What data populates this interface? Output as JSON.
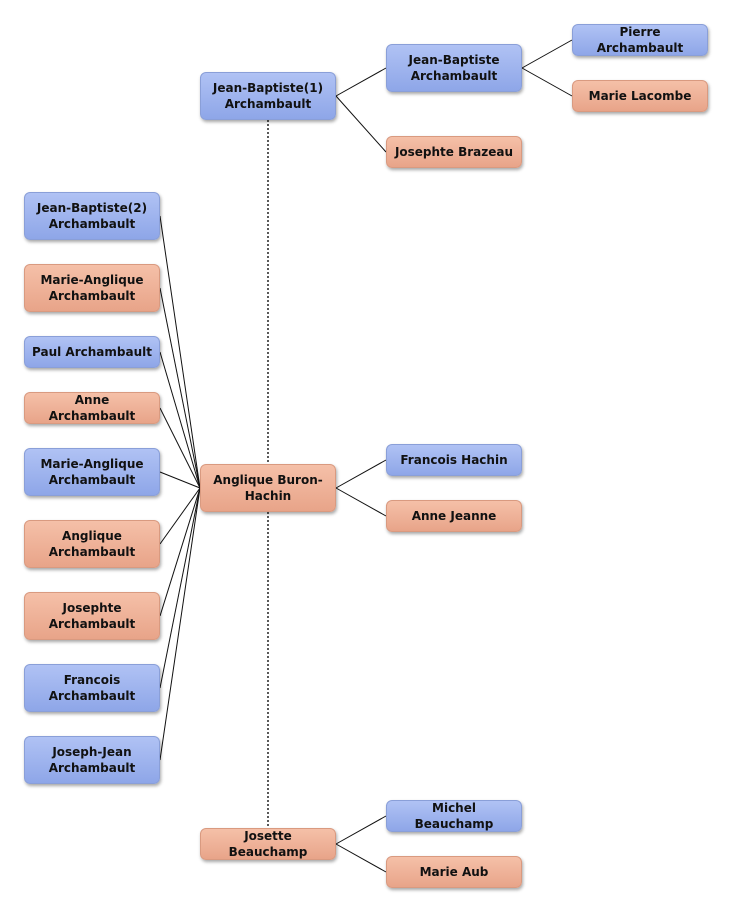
{
  "colors": {
    "male": "#9bb0ee",
    "female": "#eeb096",
    "line": "#111111"
  },
  "nodes": {
    "jb1": "Jean-Baptiste(1) Archambault",
    "jb_father": "Jean-Baptiste Archambault",
    "pierre": "Pierre Archambault",
    "marie_lacombe": "Marie Lacombe",
    "josephte_brazeau": "Josephte Brazeau",
    "anglique_buron": "Anglique Buron-Hachin",
    "francois_hachin": "Francois Hachin",
    "anne_jeanne": "Anne Jeanne",
    "josette": "Josette Beauchamp",
    "michel": "Michel Beauchamp",
    "marie_aub": "Marie Aub",
    "child_jb2": "Jean-Baptiste(2) Archambault",
    "child_marie_anglique1": "Marie-Anglique Archambault",
    "child_paul": "Paul Archambault",
    "child_anne": "Anne Archambault",
    "child_marie_anglique2": "Marie-Anglique Archambault",
    "child_anglique": "Anglique Archambault",
    "child_josephte": "Josephte Archambault",
    "child_francois": "Francois Archambault",
    "child_joseph_jean": "Joseph-Jean Archambault"
  }
}
